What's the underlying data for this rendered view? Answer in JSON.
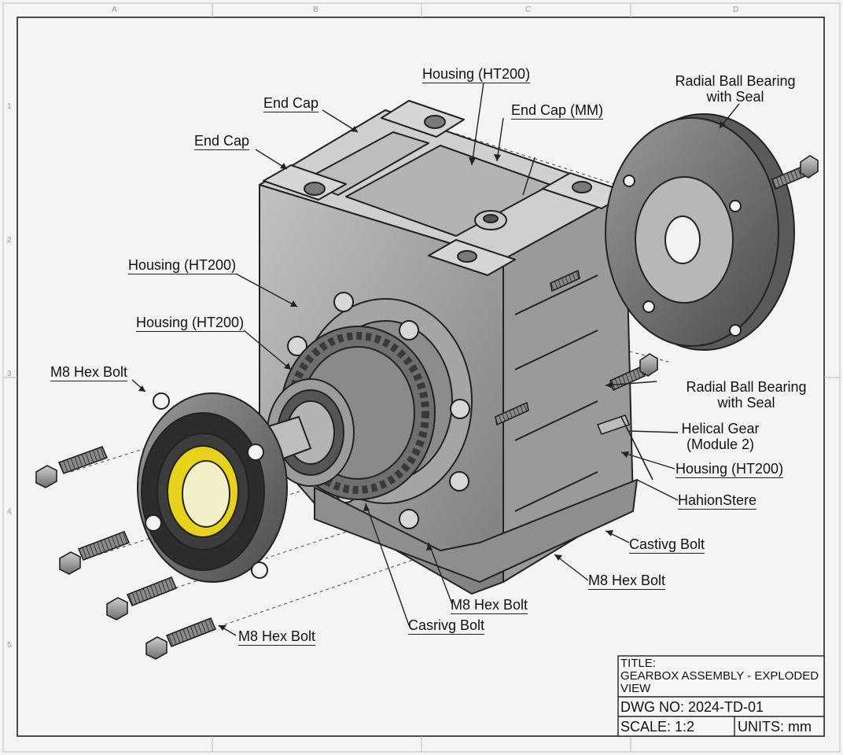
{
  "drawing": {
    "frame_zones_top": [
      "A",
      "B",
      "C",
      "D"
    ],
    "frame_zones_side": [
      "1",
      "2",
      "3",
      "4",
      "5"
    ]
  },
  "callouts": {
    "housing_top": "Housing (HT200)",
    "end_cap_1": "End Cap",
    "end_cap_2": "End Cap",
    "end_cap_mm": "End Cap (MM)",
    "bearing_top_line1": "Radial Ball Bearing",
    "bearing_top_line2": "with Seal",
    "housing_left_1": "Housing (HT200)",
    "housing_left_2": "Housing (HT200)",
    "bolt_left": "M8 Hex Bolt",
    "bearing_right_line1": "Radial Ball Bearing",
    "bearing_right_line2": "with Seal",
    "helical_line1": "Helical Gear",
    "helical_line2": "(Module 2)",
    "housing_right": "Housing (HT200)",
    "hahion": "HahionStere",
    "castvg_right": "Castivg Bolt",
    "bolt_right": "M8 Hex Bolt",
    "bolt_bottom_center": "M8 Hex Bolt",
    "castvg_bottom": "Casrivg Bolt",
    "bolt_bottom_left": "M8 Hex Bolt"
  },
  "title_block": {
    "title_label": "TITLE:",
    "title_value": "GEARBOX ASSEMBLY - EXPLODED VIEW",
    "dwg_no": "DWG NO: 2024-TD-01",
    "scale": "SCALE: 1:2",
    "units": "UNITS: mm"
  },
  "colors": {
    "paper": "#f4f4f2",
    "metal_light": "#b9b9b9",
    "metal_mid": "#8c8c8c",
    "metal_dark": "#555555",
    "outline": "#222222",
    "bushing_yellow": "#e6d21a"
  }
}
